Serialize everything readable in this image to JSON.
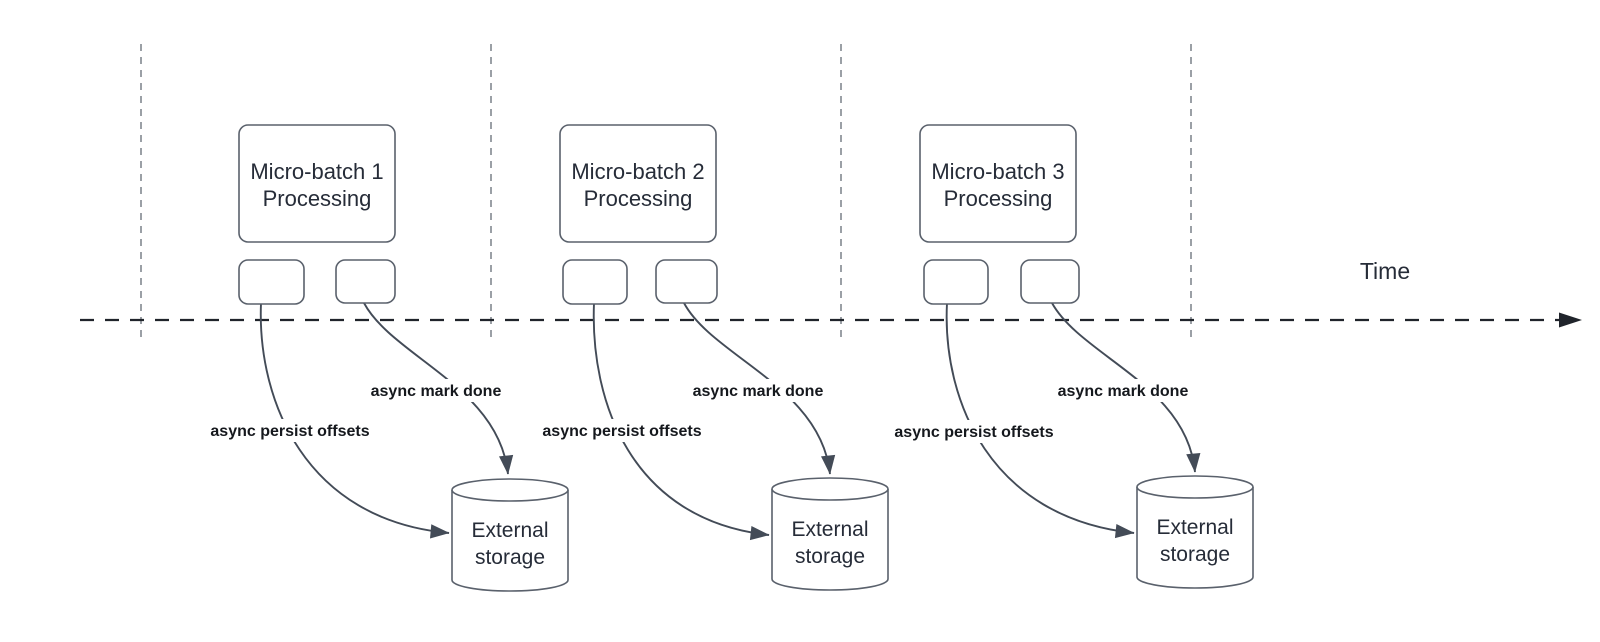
{
  "diagram": {
    "type": "timeline-flow-diagram",
    "time_axis_label": "Time",
    "colors": {
      "background": "#ffffff",
      "shape_border": "#5a616c",
      "node_text": "#262c38",
      "edge_label_text": "#15181d",
      "edge_stroke": "#434b57",
      "timeline_stroke": "#20242b",
      "interval_line_stroke": "#9ba0a6"
    },
    "groups": [
      {
        "batch_line1": "Micro-batch 1",
        "batch_line2": "Processing",
        "persist_label": "async persist offsets",
        "done_label": "async mark done",
        "storage_line1": "External",
        "storage_line2": "storage"
      },
      {
        "batch_line1": "Micro-batch 2",
        "batch_line2": "Processing",
        "persist_label": "async persist offsets",
        "done_label": "async mark done",
        "storage_line1": "External",
        "storage_line2": "storage"
      },
      {
        "batch_line1": "Micro-batch 3",
        "batch_line2": "Processing",
        "persist_label": "async persist offsets",
        "done_label": "async mark done",
        "storage_line1": "External",
        "storage_line2": "storage"
      }
    ]
  }
}
